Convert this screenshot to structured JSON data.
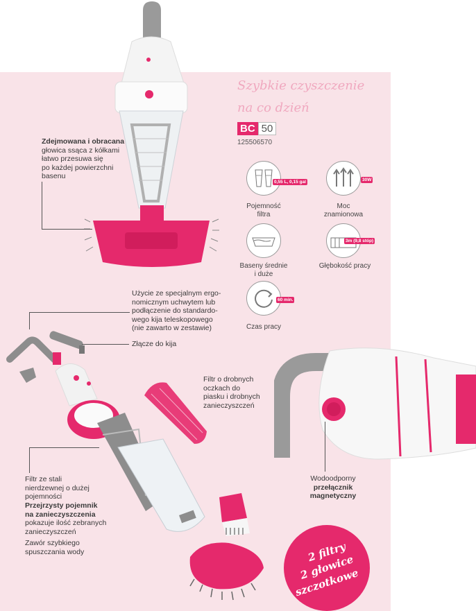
{
  "heading": {
    "line1": "Szybkie czyszczenie",
    "line2": "na co dzień"
  },
  "model": {
    "prefix": "BC",
    "number": "50",
    "code": "125506570"
  },
  "specs": [
    {
      "icon": "filter-capacity-icon",
      "badge": "0,55 L, 0,15 gal",
      "label_line1": "Pojemność",
      "label_line2": "filtra"
    },
    {
      "icon": "power-arrows-icon",
      "badge": "30W",
      "label_line1": "Moc",
      "label_line2": "znamionowa"
    },
    {
      "icon": "pool-size-icon",
      "badge": "",
      "label_line1": "Baseny średnie",
      "label_line2": "i duże"
    },
    {
      "icon": "depth-icon",
      "badge": "3m (9,8 stóp)",
      "label_line1": "Głębokość pracy",
      "label_line2": ""
    },
    {
      "icon": "runtime-icon",
      "badge": "60 min.",
      "label_line1": "Czas pracy",
      "label_line2": ""
    }
  ],
  "callouts": {
    "head_bold": "Zdejmowana i obracana",
    "head_rest": [
      "głowica ssąca z kółkami",
      "łatwo przesuwa się",
      "po każdej powierzchni",
      "basenu"
    ],
    "handle": [
      "Użycie ze specjalnym ergo-",
      "nomicznym uchwytem lub",
      "podłączenie do standardo-",
      "wego kija teleskopowego",
      "(nie zawarto w zestawie)"
    ],
    "connector": "Złącze do kija",
    "fine_filter": [
      "Filtr o drobnych",
      "oczkach do",
      "piasku i drobnych",
      "zanieczyszczeń"
    ],
    "steel_filter": [
      "Filtr ze stali",
      "nierdzewnej o dużej",
      "pojemności"
    ],
    "container_bold": [
      "Przejrzysty pojemnik",
      "na zanieczyszczenia"
    ],
    "container_rest": [
      "pokazuje ilość zebranych",
      "zanieczyszczeń"
    ],
    "valve": [
      "Zawór szybkiego",
      "spuszczania wody"
    ],
    "switch_plain": "Wodoodporny",
    "switch_bold": [
      "przełącznik",
      "magnetyczny"
    ]
  },
  "stamp": {
    "line1": "2 filtry",
    "line2": "2 głowice",
    "line3": "szczotkowe"
  },
  "colors": {
    "accent": "#e5296c",
    "panel": "#f9e3e8",
    "grey": "#8d8d8d"
  }
}
